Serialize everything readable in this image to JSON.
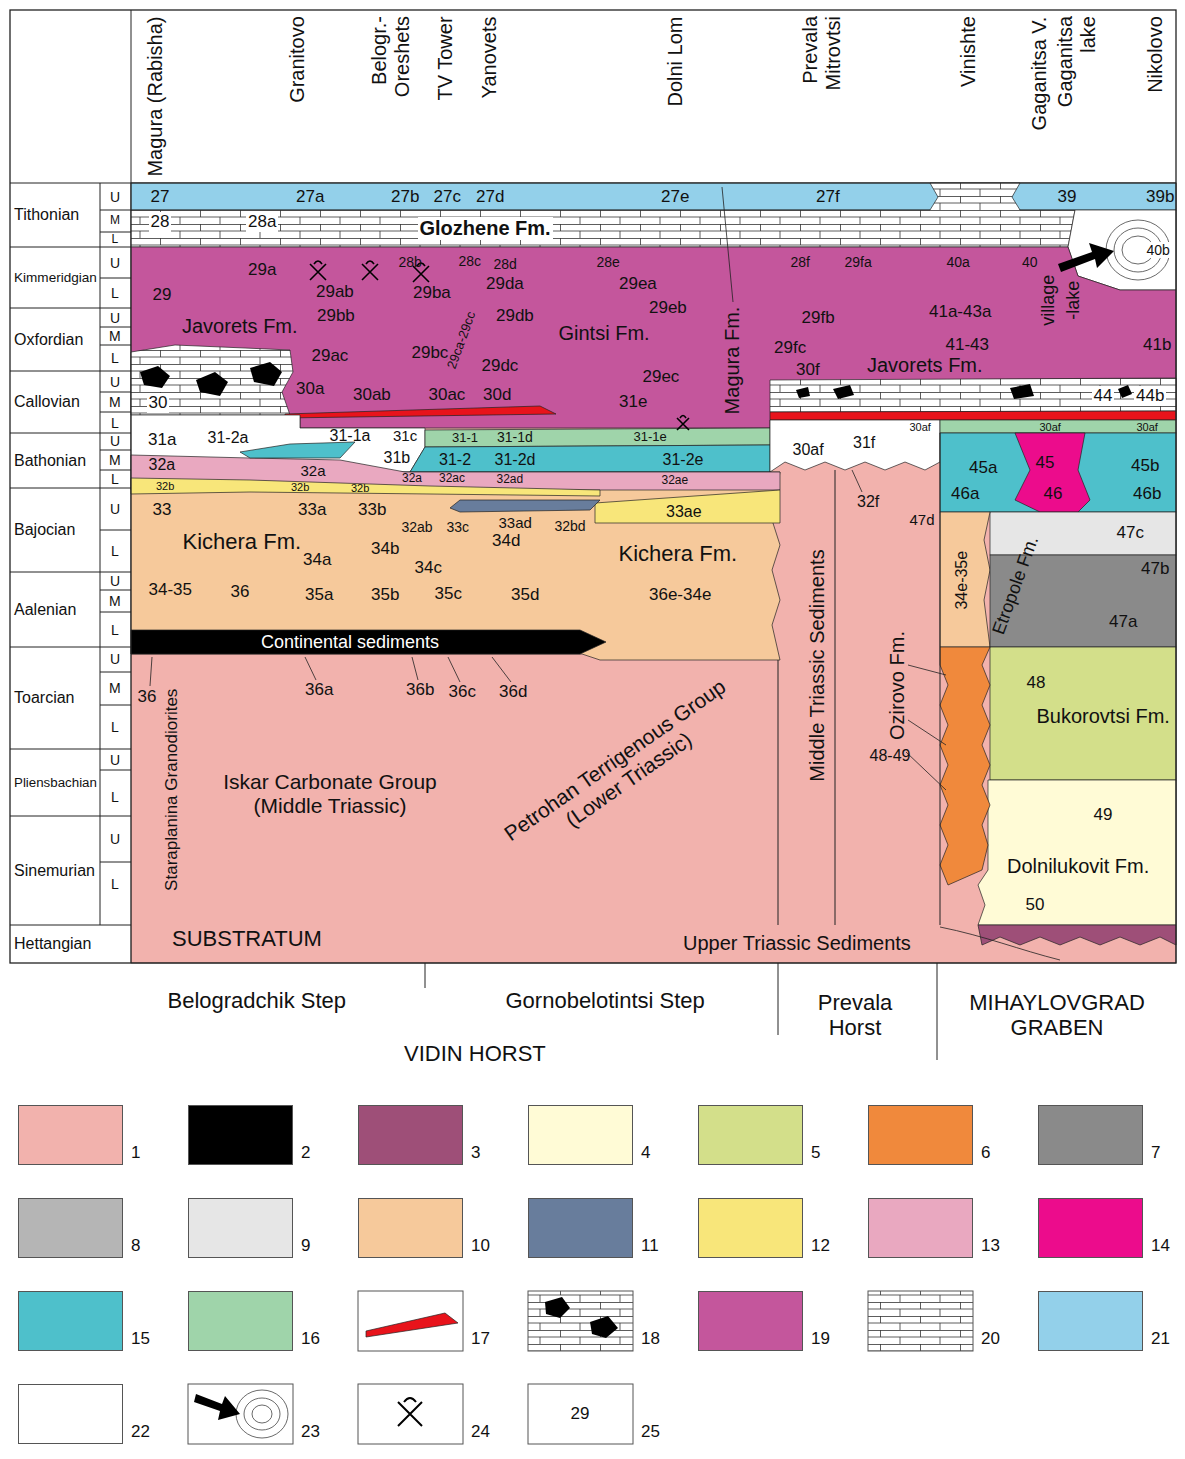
{
  "diagram": {
    "nodes": [
      {
        "text": [
          "Tithonian"
        ]
      },
      {
        "text": [
          "Kimmeridgian"
        ]
      },
      {
        "text": [
          "Oxfordian"
        ]
      },
      {
        "text": [
          "Callovian"
        ]
      },
      {
        "text": [
          "Bathonian"
        ]
      },
      {
        "text": [
          "Bajocian"
        ]
      },
      {
        "text": [
          "Aalenian"
        ]
      },
      {
        "text": [
          "Toarcian"
        ]
      },
      {
        "text": [
          "Pliensbachian"
        ]
      },
      {
        "text": [
          "Sinemurian"
        ]
      },
      {
        "text": [
          "Hettangian"
        ]
      }
    ],
    "labels": [
      "Magura (Rabisha)",
      "Granitovo",
      "Belogr.- Oreshets",
      "TV Tower",
      "Yanovets",
      "Dolni Lom",
      "Prevala Mitrovtsi",
      "Vinishte",
      "Gaganitsa V.",
      "Gaganitsa lake",
      "Nikolovo",
      "village",
      "-lake",
      "U",
      "M",
      "L",
      "U",
      "L",
      "U",
      "M",
      "L",
      "U",
      "M",
      "L",
      "U",
      "M",
      "L",
      "U",
      "L",
      "U",
      "M",
      "L",
      "U",
      "M",
      "L",
      "U",
      "L",
      "U",
      "L",
      "27",
      "27a",
      "27b",
      "27c",
      "27d",
      "27e",
      "27f",
      "39",
      "39b",
      "28",
      "28a",
      "Glozhene Fm.",
      "28b",
      "28c",
      "28d",
      "28e",
      "28f",
      "29fa",
      "40a",
      "40",
      "40b",
      "29a",
      "29ab",
      "29ba",
      "29da",
      "29ea",
      "29",
      "29eb",
      "29bb",
      "29db",
      "29fb",
      "41a-43a",
      "Javorets Fm.",
      "Gintsi Fm.",
      "Magura Fm.",
      "41-43",
      "41b",
      "29ac",
      "29bc",
      "29ca-29cc",
      "29dc",
      "29fc",
      "Javorets Fm.",
      "29ec",
      "30f",
      "30a",
      "30ab",
      "30ac",
      "30d",
      "31e",
      "30",
      "44",
      "44b",
      "30af",
      "30af",
      "30af",
      "31a",
      "31-2a",
      "31-1a",
      "31c",
      "31-1",
      "31-1d",
      "31-1e",
      "31b",
      "31-2",
      "31-2d",
      "31-2e",
      "30af",
      "31f",
      "45a",
      "45",
      "45b",
      "46a",
      "46",
      "46b",
      "32a",
      "32a",
      "32a",
      "32ac",
      "32ad",
      "32ae",
      "32b",
      "32b",
      "32b",
      "32f",
      "33",
      "33a",
      "33b",
      "32ab",
      "33c",
      "33ad",
      "32bd",
      "33ae",
      "34d",
      "47d",
      "47c",
      "Kichera Fm.",
      "Kichera Fm.",
      "34a",
      "34b",
      "34c",
      "34-35",
      "36",
      "35a",
      "35b",
      "35c",
      "35d",
      "36e-34e",
      "47b",
      "47a",
      "34e-35e",
      "Etropole Fm.",
      "Continental sediments",
      "36",
      "36a",
      "36b",
      "36c",
      "36d",
      "48",
      "Ozirovo Fm.",
      "Bukorovtsi Fm.",
      "48-49",
      "Iskar Carbonate Group (Middle Triassic)",
      "Petrohan Terrigenous Group (Lower Triassic)",
      "Staraplanina Granodiorites",
      "Middle Triassic Sediments",
      "49",
      "Dolnilukovit Fm.",
      "50",
      "SUBSTRATUM",
      "Upper Triassic Sediments",
      "Belogradchik Step",
      "Gornobelotintsi Step",
      "Prevala Horst",
      "MIHAYLOVGRAD GRABEN",
      "VIDIN HORST",
      "29"
    ],
    "legend": [
      {
        "text": "1",
        "color": "#f2b2ad"
      },
      {
        "text": "2",
        "color": "#000000"
      },
      {
        "text": "3",
        "color": "#9e4f78"
      },
      {
        "text": "4",
        "color": "#fffbd6"
      },
      {
        "text": "5",
        "color": "#d3df8a"
      },
      {
        "text": "6",
        "color": "#f0893c"
      },
      {
        "text": "7",
        "color": "#8a8a8a"
      },
      {
        "text": "8",
        "color": "#b5b5b5"
      },
      {
        "text": "9",
        "color": "#e6e6e6"
      },
      {
        "text": "10",
        "color": "#f6c99b"
      },
      {
        "text": "11",
        "color": "#687d9c"
      },
      {
        "text": "12",
        "color": "#f8e67a"
      },
      {
        "text": "13",
        "color": "#e9a8c0"
      },
      {
        "text": "14",
        "color": "#ec0c8c"
      },
      {
        "text": "15",
        "color": "#4ec0cb"
      },
      {
        "text": "16",
        "color": "#9fd4aa"
      },
      {
        "text": "17"
      },
      {
        "text": "18"
      },
      {
        "text": "19",
        "color": "#c4569c"
      },
      {
        "text": "20"
      },
      {
        "text": "21",
        "color": "#93d0ea"
      },
      {
        "text": "22",
        "color": "#ffffff"
      },
      {
        "text": "23"
      },
      {
        "text": "24"
      },
      {
        "text": "25"
      }
    ]
  }
}
